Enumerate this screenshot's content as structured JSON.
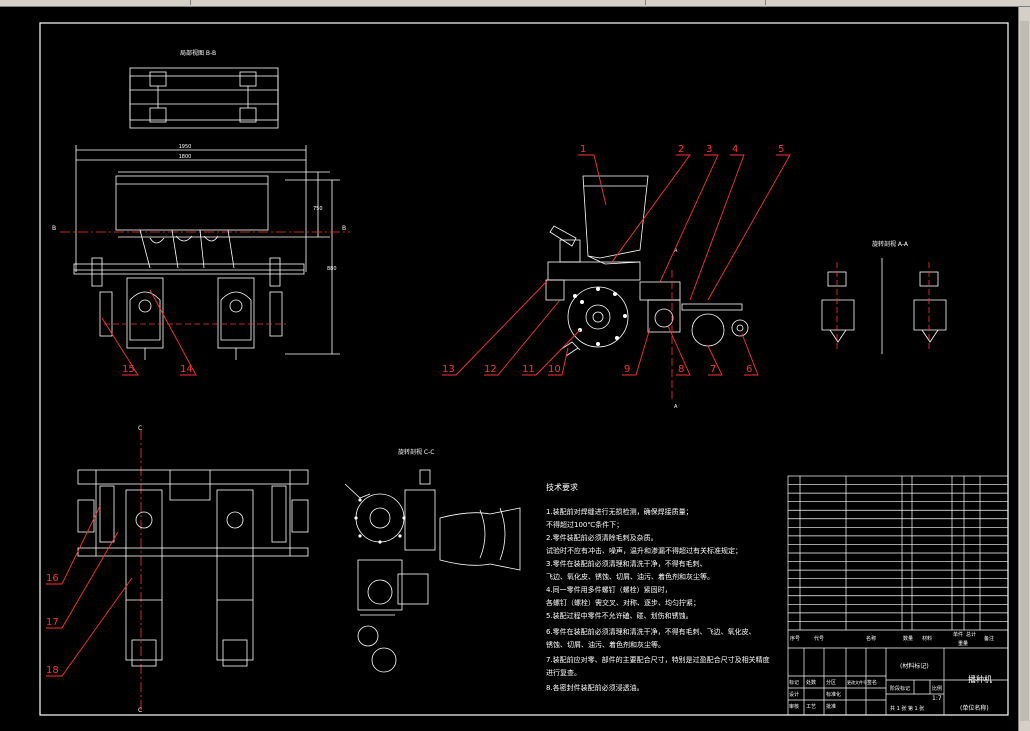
{
  "drawing": {
    "views": {
      "top_view_title": "局部视图 B-B",
      "section_aa_title": "旋转剖视 A-A",
      "section_cc_title": "旋转剖视 C-C"
    },
    "callouts": [
      "1",
      "2",
      "3",
      "4",
      "5",
      "6",
      "7",
      "8",
      "9",
      "10",
      "11",
      "12",
      "13",
      "14",
      "15",
      "16",
      "17",
      "18"
    ],
    "section_marks": {
      "a": "A",
      "c": "C",
      "b": "B"
    },
    "dimensions": {
      "d1": "1950",
      "d2": "1800",
      "h1": "750",
      "h2": "880"
    },
    "tech_req": {
      "title": "技术要求",
      "lines": [
        "1.装配前对焊缝进行无损检测，确保焊接质量；",
        "不得超过100℃条件下；",
        "2.零件装配前必须清除毛刺及杂质。",
        "试验时不应有冲击、噪声，温升和渗漏不得超过有关标准规定；",
        "3.零件在装配前必须清理和清洗干净，不得有毛刺、",
        "飞边、氧化皮、锈蚀、切屑、油污、着色剂和灰尘等。",
        "4.同一零件用多件螺钉（螺栓）紧固时，",
        "各螺钉（螺栓）需交叉、对称、逐步、均匀拧紧；",
        "5.装配过程中零件不允许磕、碰、划伤和锈蚀。",
        "6.零件在装配前必须清理和清洗干净，不得有毛刺、飞边、氧化皮、",
        "锈蚀、切屑、油污、着色剂和灰尘等。",
        "7.装配前应对零、部件的主要配合尺寸，特别是过盈配合尺寸及相关精度",
        "进行复查。",
        "8.各密封件装配前必须浸透油。"
      ]
    },
    "title_block": {
      "drawing_name": "播种机",
      "scale": "1:7",
      "material": "(材料标记)",
      "company": "(单位名称)",
      "sheet": "共 1 张  第 1 张",
      "labels": [
        "序号",
        "代号",
        "名称",
        "数量",
        "材料",
        "单件",
        "总计",
        "重量",
        "备注",
        "标记",
        "处数",
        "分区",
        "更改文件号",
        "签名",
        "年月日",
        "设计",
        "标准化",
        "阶段标记",
        "比例",
        "审核",
        "工艺",
        "批准"
      ]
    },
    "colors": {
      "line": "#ffffff",
      "leader": "#ff3030",
      "label": "#ff3030",
      "center": "#ff3030",
      "background": "#000000"
    }
  }
}
